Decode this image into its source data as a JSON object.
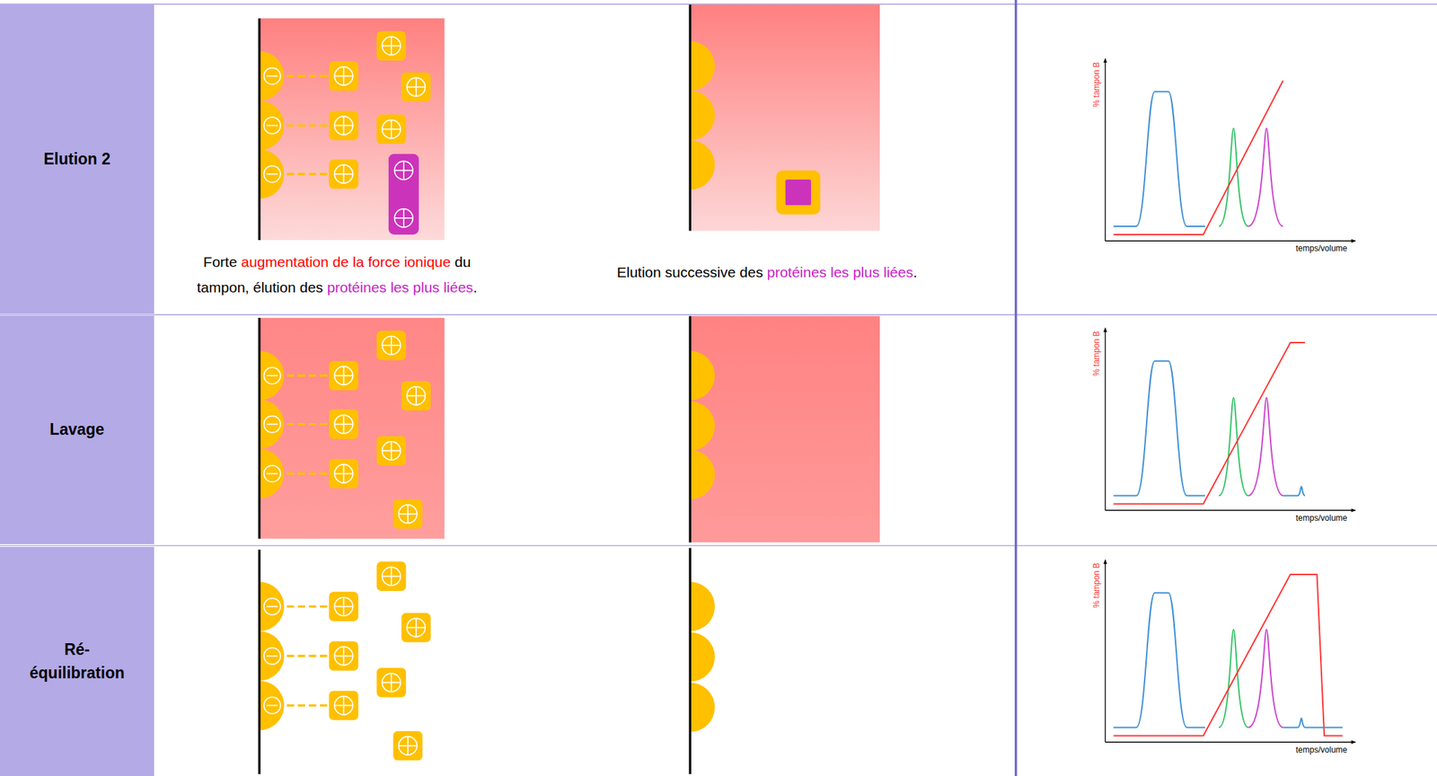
{
  "diagram": {
    "nodes": [
      {
        "text": [
          "Elution 2"
        ]
      },
      {
        "text": [
          "Lavage"
        ]
      },
      {
        "text": [
          "Ré- équilibration"
        ]
      }
    ],
    "labels": [
      "Forte",
      "augmentation de la force ionique",
      "du tampon, élution des",
      "protéines les plus liées",
      ".",
      "Elution successive des",
      "protéines les plus liées",
      ".",
      "% tampon B",
      "temps/volume",
      "% tampon B",
      "temps/volume",
      "% tampon B",
      "temps/volume"
    ]
  }
}
